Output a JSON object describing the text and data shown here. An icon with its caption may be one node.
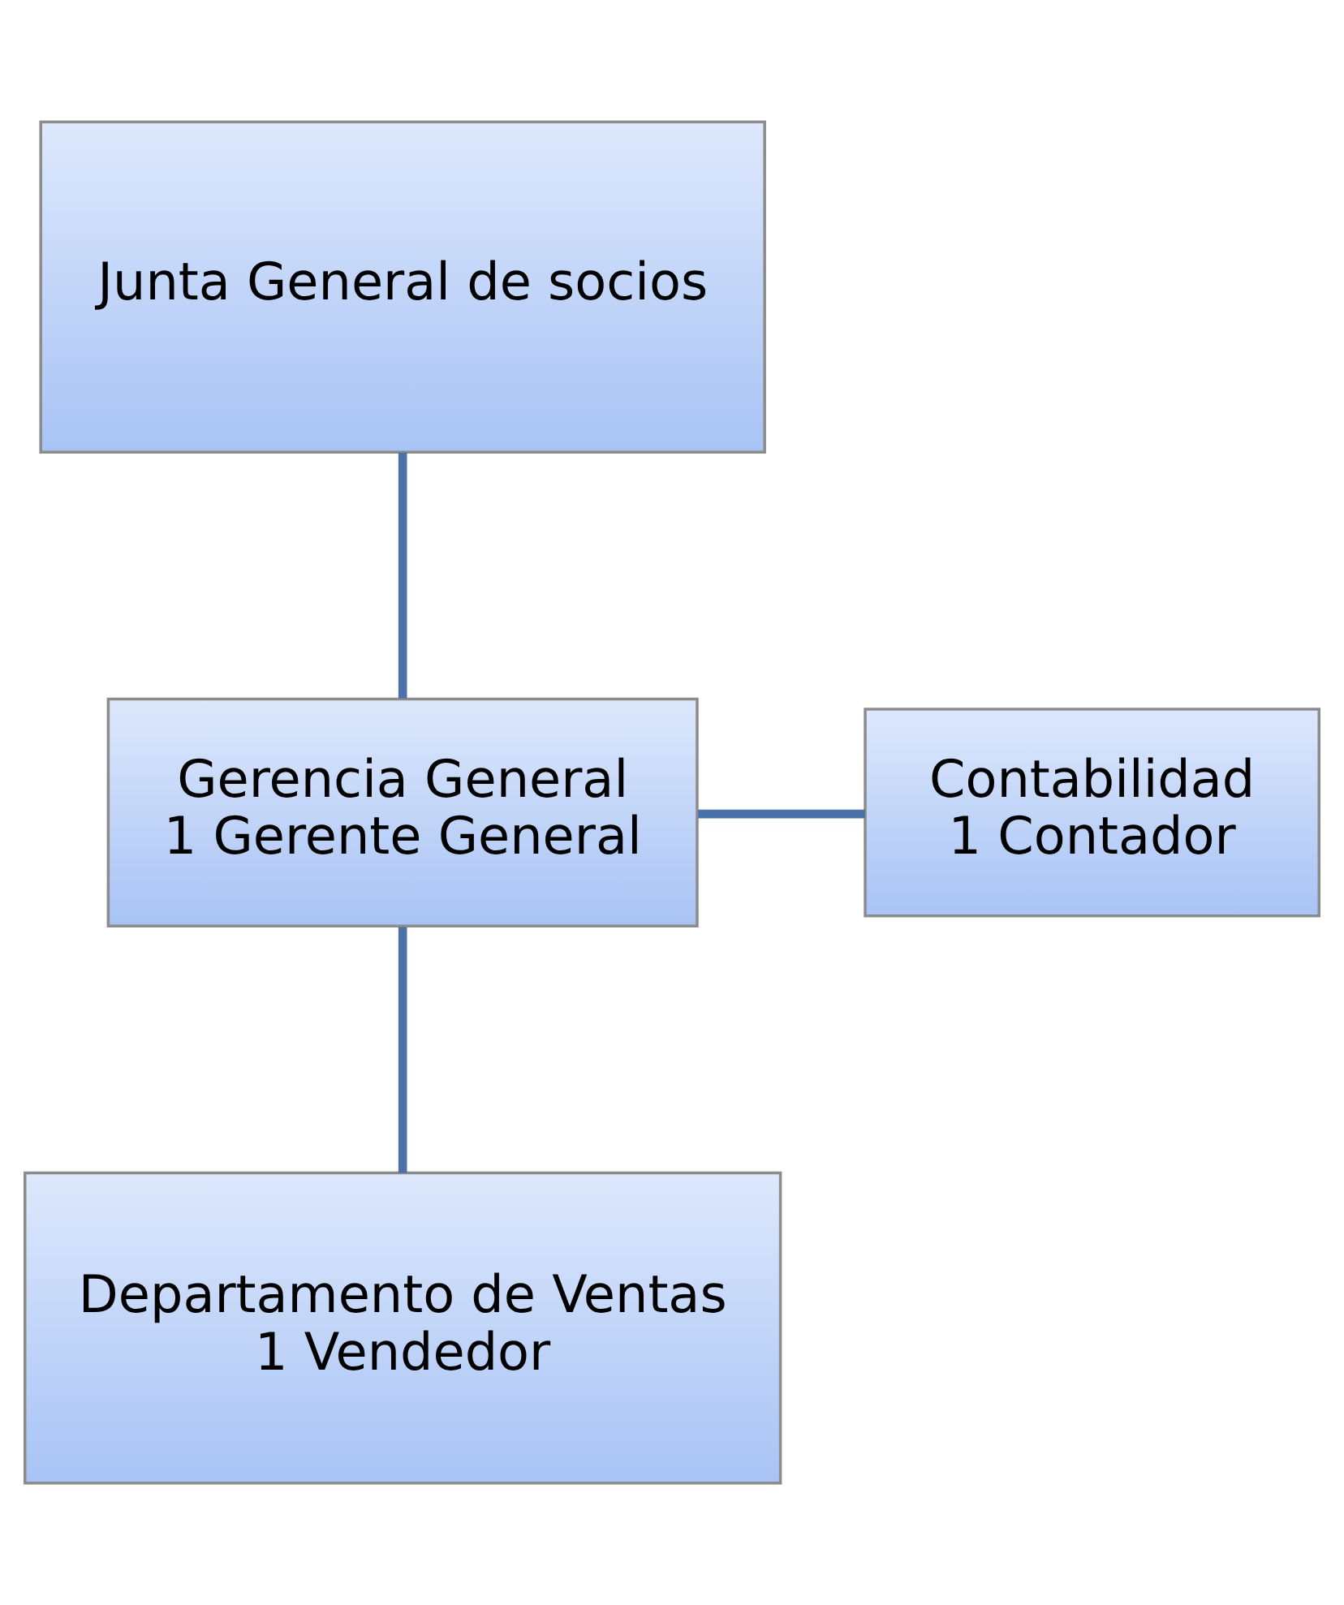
{
  "diagram": {
    "nodes": [
      {
        "text": [
          "Junta General de socios"
        ]
      },
      {
        "text": [
          "Gerencia General",
          "1 Gerente General"
        ]
      },
      {
        "text": [
          "Contabilidad",
          "1 Contador"
        ]
      },
      {
        "text": [
          "Departamento de Ventas",
          "1 Vendedor"
        ]
      }
    ],
    "edges": [
      {
        "from": 0,
        "to": 1,
        "arrow": "none"
      },
      {
        "from": 1,
        "to": 2,
        "arrow": "none"
      },
      {
        "from": 1,
        "to": 3,
        "arrow": "none"
      }
    ]
  }
}
